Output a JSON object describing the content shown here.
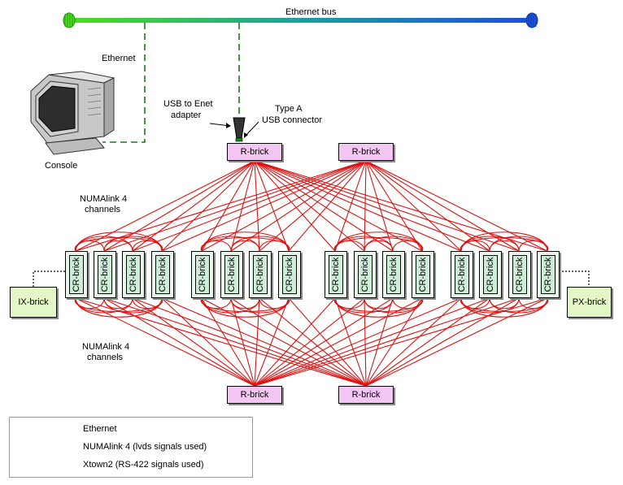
{
  "labels": {
    "ethernet_bus": "Ethernet bus",
    "ethernet": "Ethernet",
    "console": "Console",
    "usb_adapter": [
      "USB to Enet",
      "adapter"
    ],
    "type_a": [
      "Type A",
      "USB connector"
    ],
    "numalink_top": [
      "NUMAlink 4",
      "channels"
    ],
    "numalink_bottom": [
      "NUMAlink 4",
      "channels"
    ]
  },
  "r_bricks": [
    "R-brick",
    "R-brick",
    "R-brick",
    "R-brick"
  ],
  "cr_brick_label": "CR-brick",
  "cr_bricks_count": 16,
  "ix_brick": "IX-brick",
  "px_brick": "PX-brick",
  "legend": [
    {
      "label": "Ethernet",
      "style": "dashed",
      "color": "#1a7a1a"
    },
    {
      "label": "NUMAlink 4  (lvds signals used)",
      "style": "solid",
      "color": "#e01010"
    },
    {
      "label": "Xtown2  (RS-422 signals used)",
      "style": "dotted",
      "color": "#000000"
    }
  ],
  "colors": {
    "numalink": "#e01010",
    "ethernet": "#1a7a1a",
    "bus_start": "#49e01a",
    "bus_end": "#1a50e0",
    "r_brick": "#f3c6f3",
    "side_brick": "#e4f7c6",
    "cr_brick": "#cdeed6"
  }
}
